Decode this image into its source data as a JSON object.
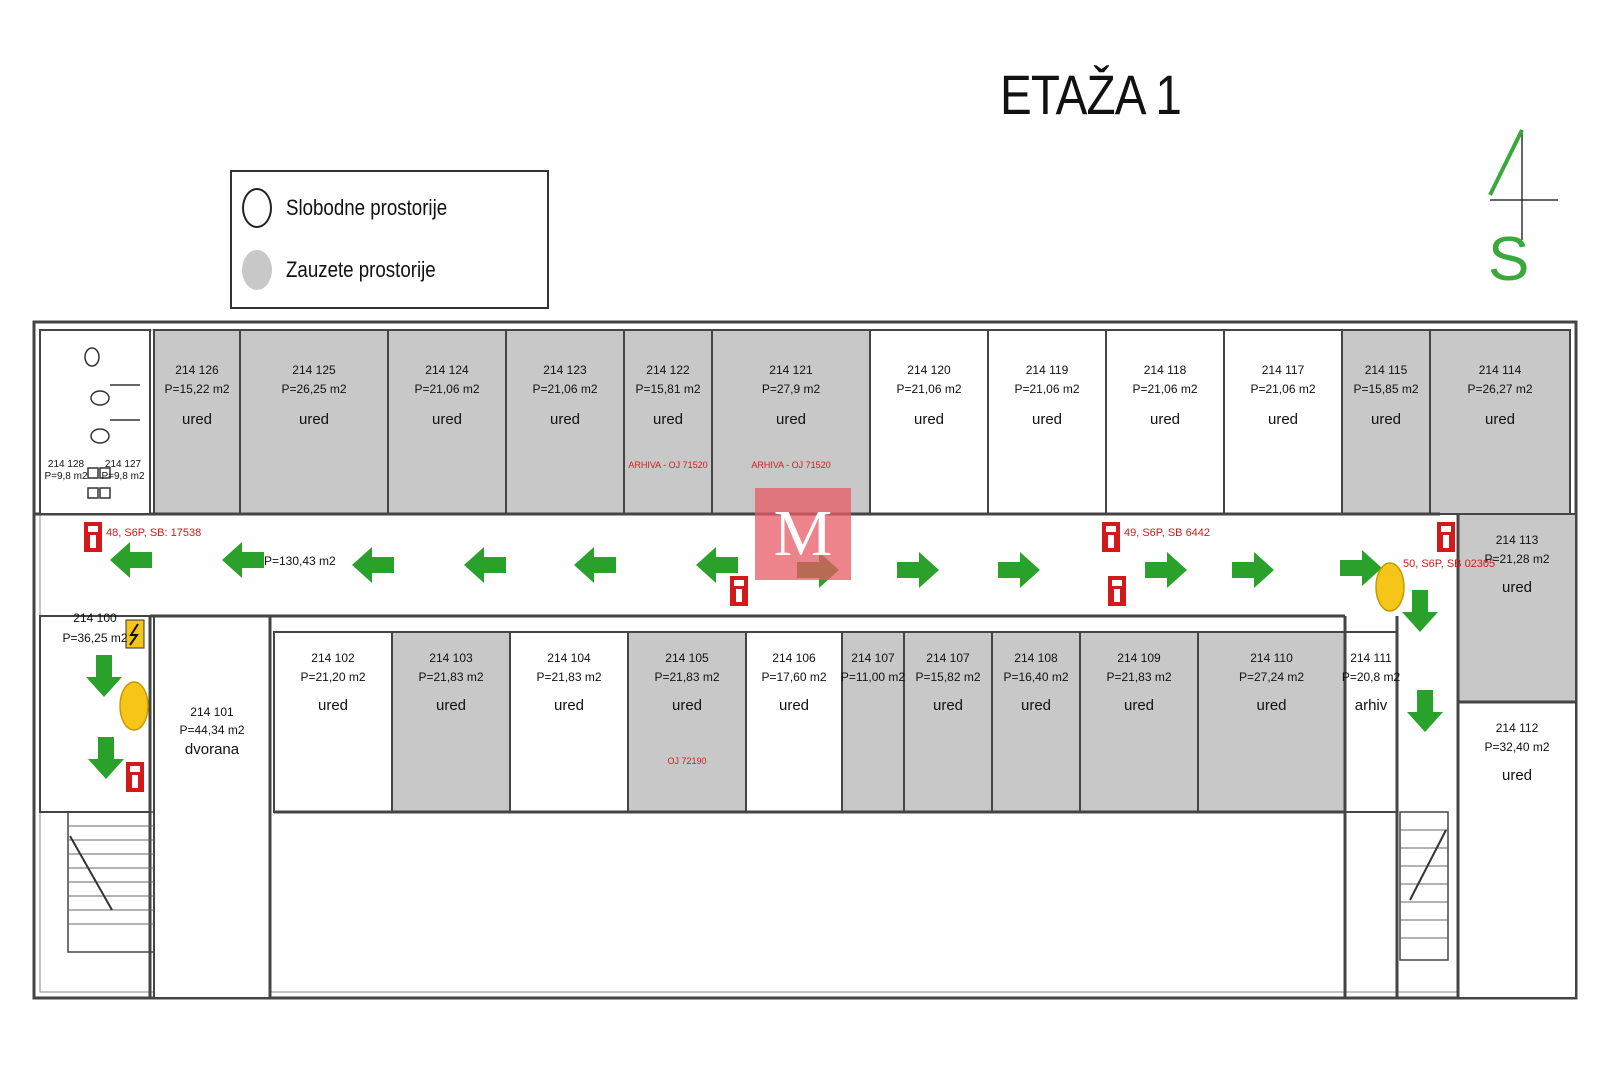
{
  "header": {
    "title": "ETAŽA 1"
  },
  "legend": {
    "free": "Slobodne prostorije",
    "occupied": "Zauzete prostorije"
  },
  "north_arrow": {
    "letter": "S"
  },
  "colors": {
    "occupied": "#c8c8c8",
    "free": "#ffffff",
    "arrow": "#2aa12a",
    "alarm": "#d21a1a",
    "light": "#f5c518",
    "north": "#3aa83a"
  },
  "corridor": {
    "area": "P=130,43 m2"
  },
  "rooms": [
    {
      "id": "214 126",
      "area": "P=15,22 m2",
      "use": "ured",
      "occupied": true
    },
    {
      "id": "214 125",
      "area": "P=26,25 m2",
      "use": "ured",
      "occupied": true
    },
    {
      "id": "214 124",
      "area": "P=21,06 m2",
      "use": "ured",
      "occupied": true
    },
    {
      "id": "214 123",
      "area": "P=21,06 m2",
      "use": "ured",
      "occupied": true
    },
    {
      "id": "214 122",
      "area": "P=15,81 m2",
      "use": "ured",
      "occupied": true,
      "note": "ARHIVA - OJ 71520"
    },
    {
      "id": "214 121",
      "area": "P=27,9 m2",
      "use": "ured",
      "occupied": true,
      "note": "ARHIVA - OJ 71520"
    },
    {
      "id": "214 120",
      "area": "P=21,06 m2",
      "use": "ured",
      "occupied": false
    },
    {
      "id": "214 119",
      "area": "P=21,06 m2",
      "use": "ured",
      "occupied": false
    },
    {
      "id": "214 118",
      "area": "P=21,06 m2",
      "use": "ured",
      "occupied": false
    },
    {
      "id": "214 117",
      "area": "P=21,06 m2",
      "use": "ured",
      "occupied": false
    },
    {
      "id": "214 115",
      "area": "P=15,85 m2",
      "use": "ured",
      "occupied": true
    },
    {
      "id": "214 114",
      "area": "P=26,27 m2",
      "use": "ured",
      "occupied": true
    },
    {
      "id": "214 128",
      "area": "P=9,8 m2",
      "use": "",
      "occupied": false
    },
    {
      "id": "214 127",
      "area": "P=9,8 m2",
      "use": "",
      "occupied": false
    },
    {
      "id": "214 100",
      "area": "P=36,25 m2",
      "use": "",
      "occupied": false
    },
    {
      "id": "214 101",
      "area": "P=44,34 m2",
      "use": "dvorana",
      "occupied": false
    },
    {
      "id": "214 102",
      "area": "P=21,20 m2",
      "use": "ured",
      "occupied": false
    },
    {
      "id": "214 103",
      "area": "P=21,83 m2",
      "use": "ured",
      "occupied": true
    },
    {
      "id": "214 104",
      "area": "P=21,83 m2",
      "use": "ured",
      "occupied": false
    },
    {
      "id": "214 105",
      "area": "P=21,83 m2",
      "use": "ured",
      "occupied": true,
      "note": "OJ 72190"
    },
    {
      "id": "214 106",
      "area": "P=17,60 m2",
      "use": "ured",
      "occupied": false
    },
    {
      "id": "214 107",
      "area": "P=11,00 m2",
      "use": "",
      "occupied": true
    },
    {
      "id": "214 107",
      "area": "P=15,82 m2",
      "use": "ured",
      "occupied": true
    },
    {
      "id": "214 108",
      "area": "P=16,40 m2",
      "use": "ured",
      "occupied": true
    },
    {
      "id": "214 109",
      "area": "P=21,83 m2",
      "use": "ured",
      "occupied": true
    },
    {
      "id": "214 110",
      "area": "P=27,24 m2",
      "use": "ured",
      "occupied": true
    },
    {
      "id": "214 111",
      "area": "P=20,8 m2",
      "use": "arhiv",
      "occupied": false
    },
    {
      "id": "214 113",
      "area": "P=21,28 m2",
      "use": "ured",
      "occupied": true
    },
    {
      "id": "214 112",
      "area": "P=32,40 m2",
      "use": "ured",
      "occupied": false
    }
  ],
  "extinguishers": [
    {
      "label": "48, S6P, SB: 17538"
    },
    {
      "label": "49, S6P, SB 6442"
    },
    {
      "label": "50, S6P, SB 02305"
    }
  ],
  "watermark": {
    "letter": "M"
  }
}
